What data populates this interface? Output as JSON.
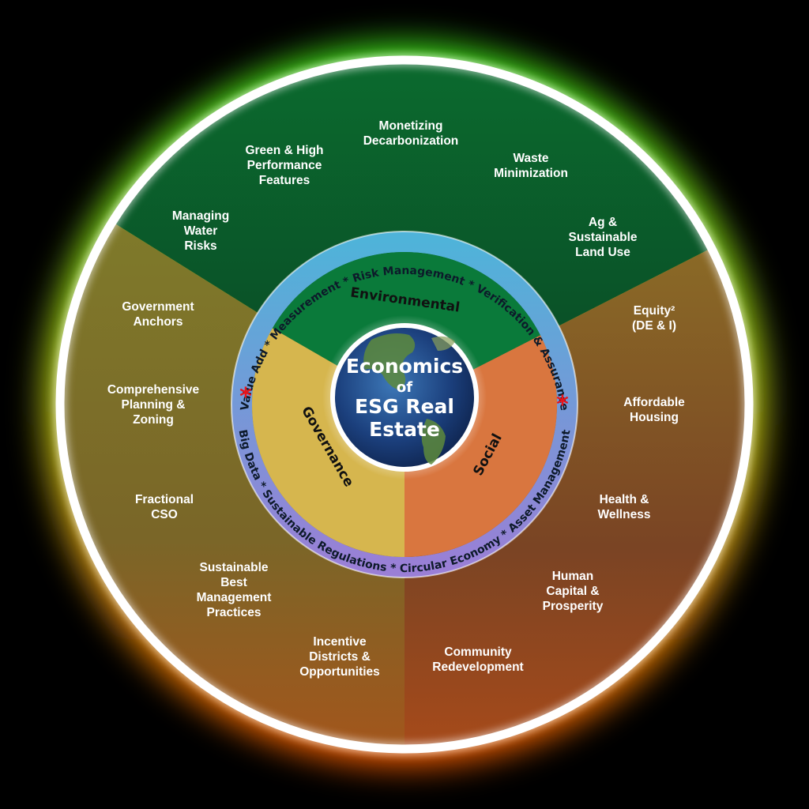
{
  "title": {
    "lines": [
      "Economics",
      "of",
      "ESG Real",
      "Estate"
    ]
  },
  "sectors": {
    "environmental": {
      "label": "Environmental",
      "color": "#0a7a3a",
      "items": [
        [
          "Managing",
          "Water",
          "Risks"
        ],
        [
          "Green & High",
          "Performance",
          "Features"
        ],
        [
          "Monetizing",
          "Decarbonization"
        ],
        [
          "Waste",
          "Minimization"
        ],
        [
          "Ag &",
          "Sustainable",
          "Land Use"
        ]
      ]
    },
    "social": {
      "label": "Social",
      "color": "#d9763f",
      "items": [
        [
          "Equity²",
          "(DE & I)"
        ],
        [
          "Affordable",
          "Housing"
        ],
        [
          "Health &",
          "Wellness"
        ],
        [
          "Human",
          "Capital &",
          "Prosperity"
        ],
        [
          "Community",
          "Redevelopment"
        ]
      ]
    },
    "governance": {
      "label": "Governance",
      "color": "#d6b64e",
      "items": [
        [
          "Government",
          "Anchors"
        ],
        [
          "Comprehensive",
          "Planning &",
          "Zoning"
        ],
        [
          "Fractional",
          "CSO"
        ],
        [
          "Sustainable",
          "Best",
          "Management",
          "Practices"
        ],
        [
          "Incentive",
          "Districts &",
          "Opportunities"
        ]
      ]
    }
  },
  "ring": {
    "top_text": "Value Add * Measurement * Risk Management * Verification & Assurance",
    "bottom_text": "Big Data * Sustainable Regulations * Circular Economy * Asset Management",
    "star": "*",
    "color_top": "#4fb3d9",
    "color_bottom": "#9a7fd6"
  },
  "colors": {
    "glow_green": "#39e21a",
    "glow_orange": "#ff5a00",
    "ring_white": "#ffffff"
  }
}
